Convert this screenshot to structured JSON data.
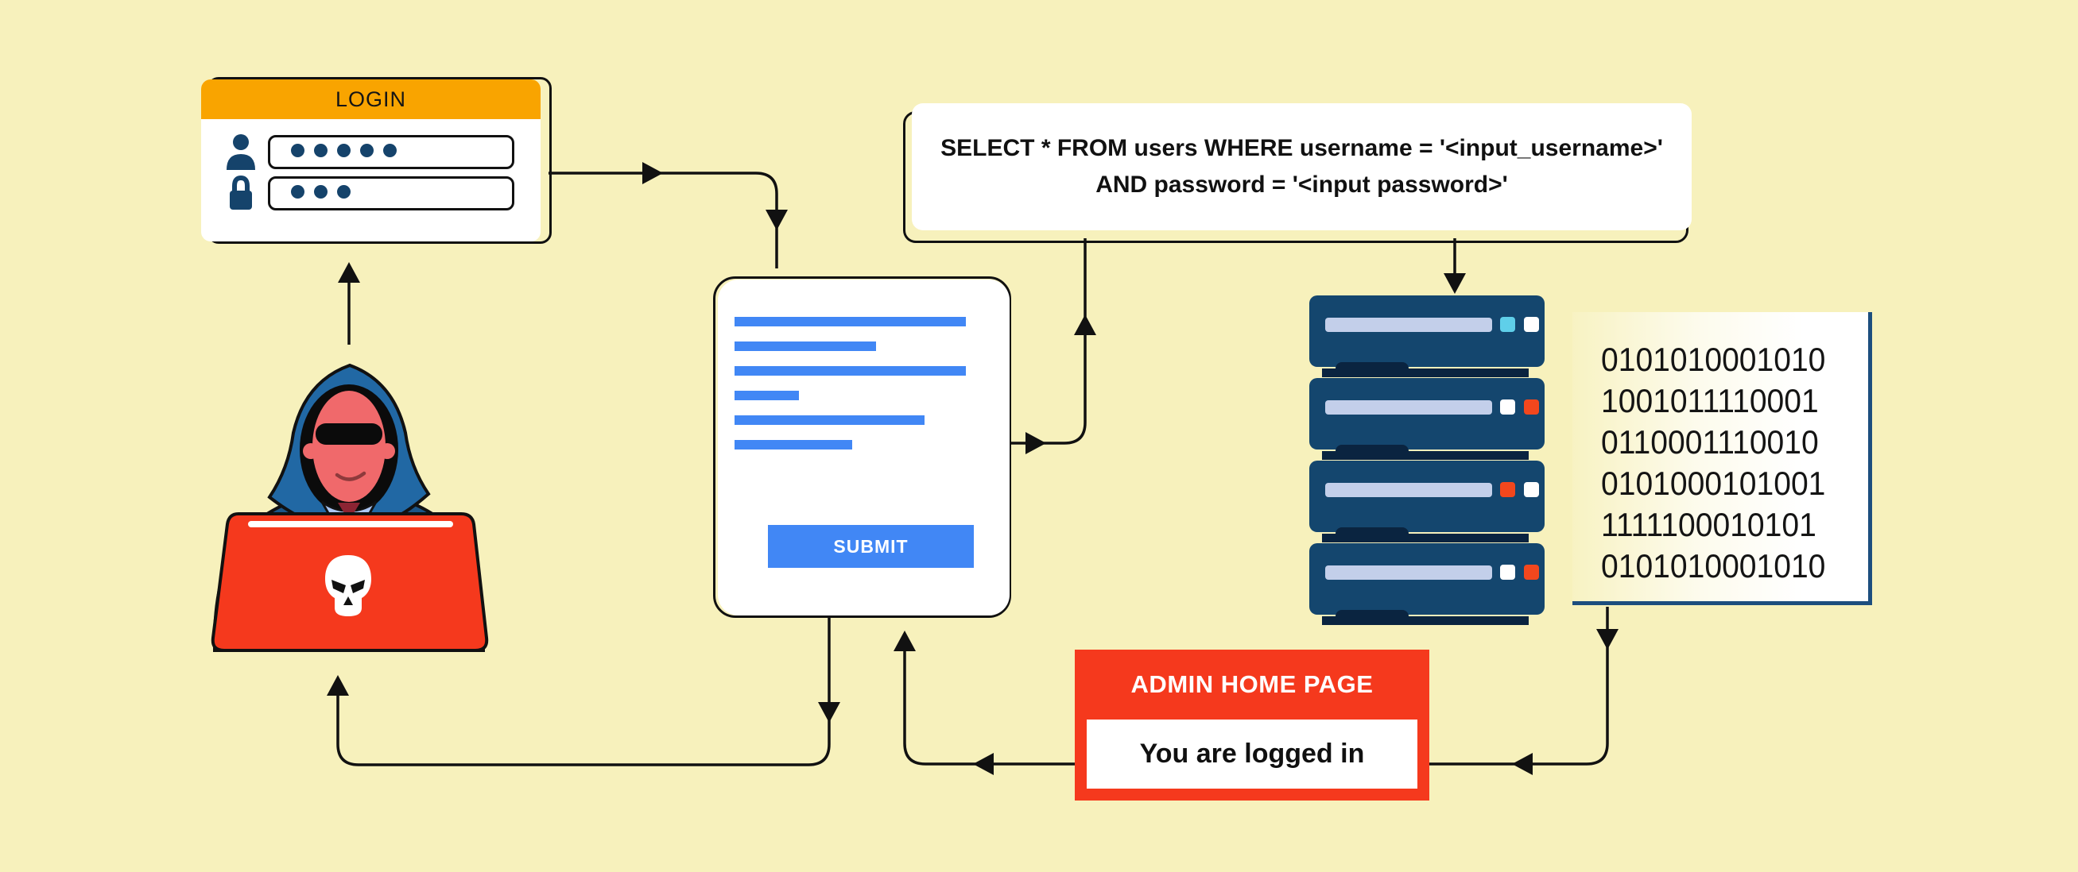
{
  "colors": {
    "background": "#F7F1BC",
    "ink": "#111111",
    "orange": "#F9A400",
    "navy": "#15436B",
    "server_body": "#14466E",
    "server_dark": "#0A2440",
    "slot_bar": "#C3CFEA",
    "blue": "#4187F5",
    "red": "#F5391D",
    "panel_edge": "#1D4E7E",
    "light_cyan": "#5FCFE9",
    "light_white": "#FFFFFF",
    "light_red": "#F3471D"
  },
  "login_card": {
    "title": "LOGIN",
    "username_dots": 5,
    "password_dots": 3
  },
  "form_card": {
    "submit_label": "SUBMIT",
    "line_widths_pct": [
      100,
      61,
      100,
      28,
      82,
      51
    ]
  },
  "query_box": {
    "line1": "SELECT * FROM users WHERE username = '<input_username>'",
    "line2": "AND password = '<input password>'"
  },
  "server_rack": {
    "units": [
      {
        "lights": [
          "cyan",
          "white"
        ]
      },
      {
        "lights": [
          "white",
          "red"
        ]
      },
      {
        "lights": [
          "red",
          "white"
        ]
      },
      {
        "lights": [
          "white",
          "red"
        ]
      }
    ]
  },
  "binary_panel": {
    "rows": [
      "0101010001010",
      "1001011110001",
      "0110001110010",
      "0101000101001",
      "1111100010101",
      "0101010001010"
    ]
  },
  "admin_page": {
    "title": "ADMIN HOME PAGE",
    "message": "You are logged in"
  }
}
